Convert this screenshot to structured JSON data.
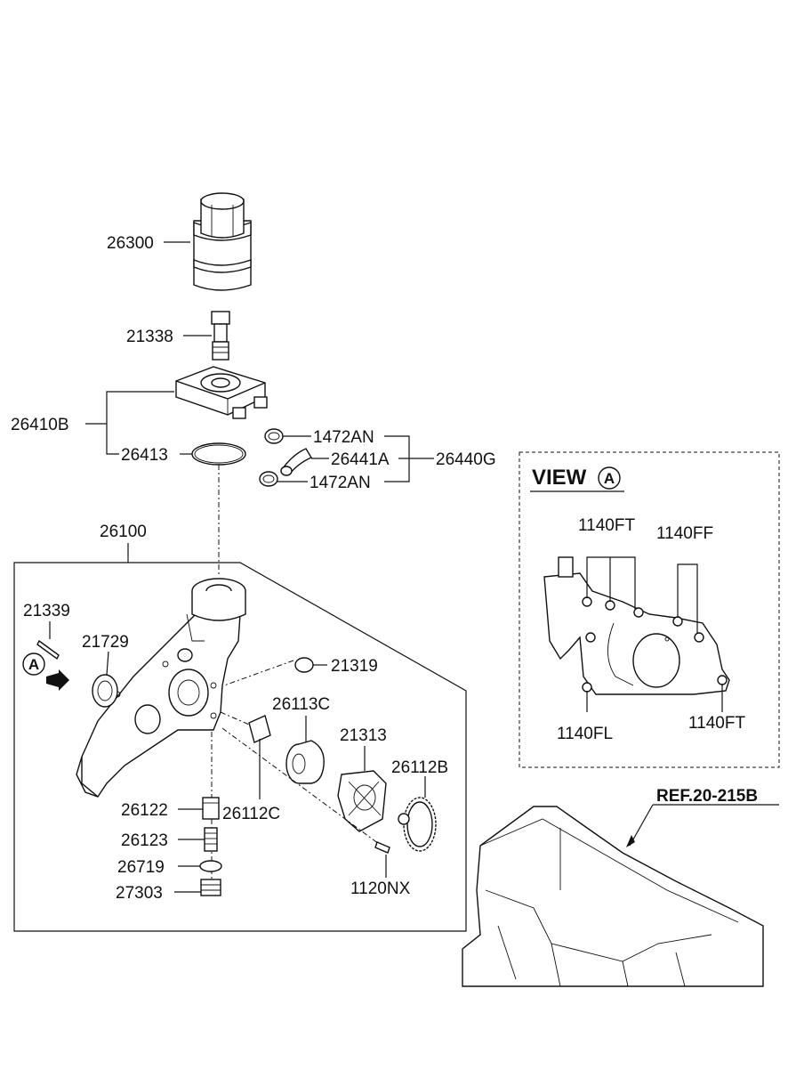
{
  "labels": {
    "p26300": "26300",
    "p21338": "21338",
    "p26410B": "26410B",
    "p26413": "26413",
    "p1472AN_top": "1472AN",
    "p26441A": "26441A",
    "p26440G": "26440G",
    "p1472AN_bottom": "1472AN",
    "p26100": "26100",
    "p21339": "21339",
    "p21729": "21729",
    "p21319": "21319",
    "p26113C": "26113C",
    "p21313": "21313",
    "p26112B": "26112B",
    "p26122": "26122",
    "p26112C": "26112C",
    "p26123": "26123",
    "p26719": "26719",
    "p27303": "27303",
    "p1120NX": "1120NX",
    "ref": "REF.20-215B",
    "view_title": "VIEW",
    "view_marker": "A",
    "arrow_marker": "A",
    "v1140FT_top": "1140FT",
    "v1140FF": "1140FF",
    "v1140FL": "1140FL",
    "v1140FT_bottom": "1140FT"
  },
  "icons": {
    "filter": "oil-filter-icon",
    "pump": "oil-pump-housing-icon",
    "oilpan": "oil-pan-icon"
  }
}
